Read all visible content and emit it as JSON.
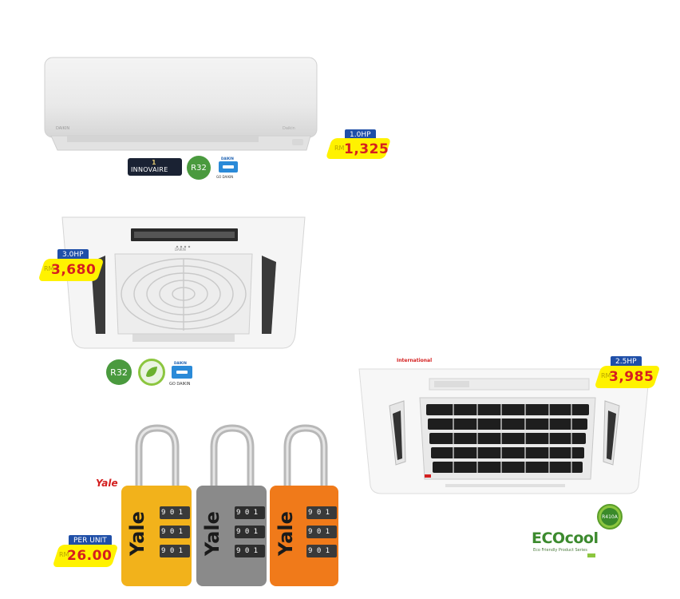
{
  "products": {
    "wall_ac": {
      "hp": "1.0HP",
      "currency": "RM",
      "price": "1,325",
      "badges": {
        "innovaire": "INNOVAIRE",
        "r32": "R32",
        "daikin_brand": "DAIKIN",
        "go_daikin": "GO DAIKIN"
      }
    },
    "cassette_daikin": {
      "hp": "3.0HP",
      "currency": "RM",
      "price": "3,680",
      "badges": {
        "r32": "R32",
        "daikin_brand": "DAIKIN",
        "go_daikin": "GO DAIKIN"
      }
    },
    "cassette_international": {
      "brand": "International",
      "hp": "2.5HP",
      "currency": "RM",
      "price": "3,985",
      "badges": {
        "r410a": "R410A",
        "eco_logo": "ECOcool",
        "eco_sub": "Eco Friendly Product Series"
      }
    },
    "padlocks": {
      "brand": "Yale",
      "unit_label": "PER UNIT",
      "currency": "RM",
      "price": "26.00",
      "lock_text": "Yale",
      "dial_digits": "9 0 1"
    }
  },
  "colors": {
    "tag_blue": "#1f4fa8",
    "tag_yellow": "#fff200",
    "price_red": "#d61f1f",
    "eco_green": "#4caf50",
    "lock_yellow": "#f2b21b",
    "lock_gray": "#8a8a8a",
    "lock_orange": "#f07a1a"
  },
  "icons": [
    "wifi-icon",
    "leaf-icon",
    "recycle-icon"
  ]
}
